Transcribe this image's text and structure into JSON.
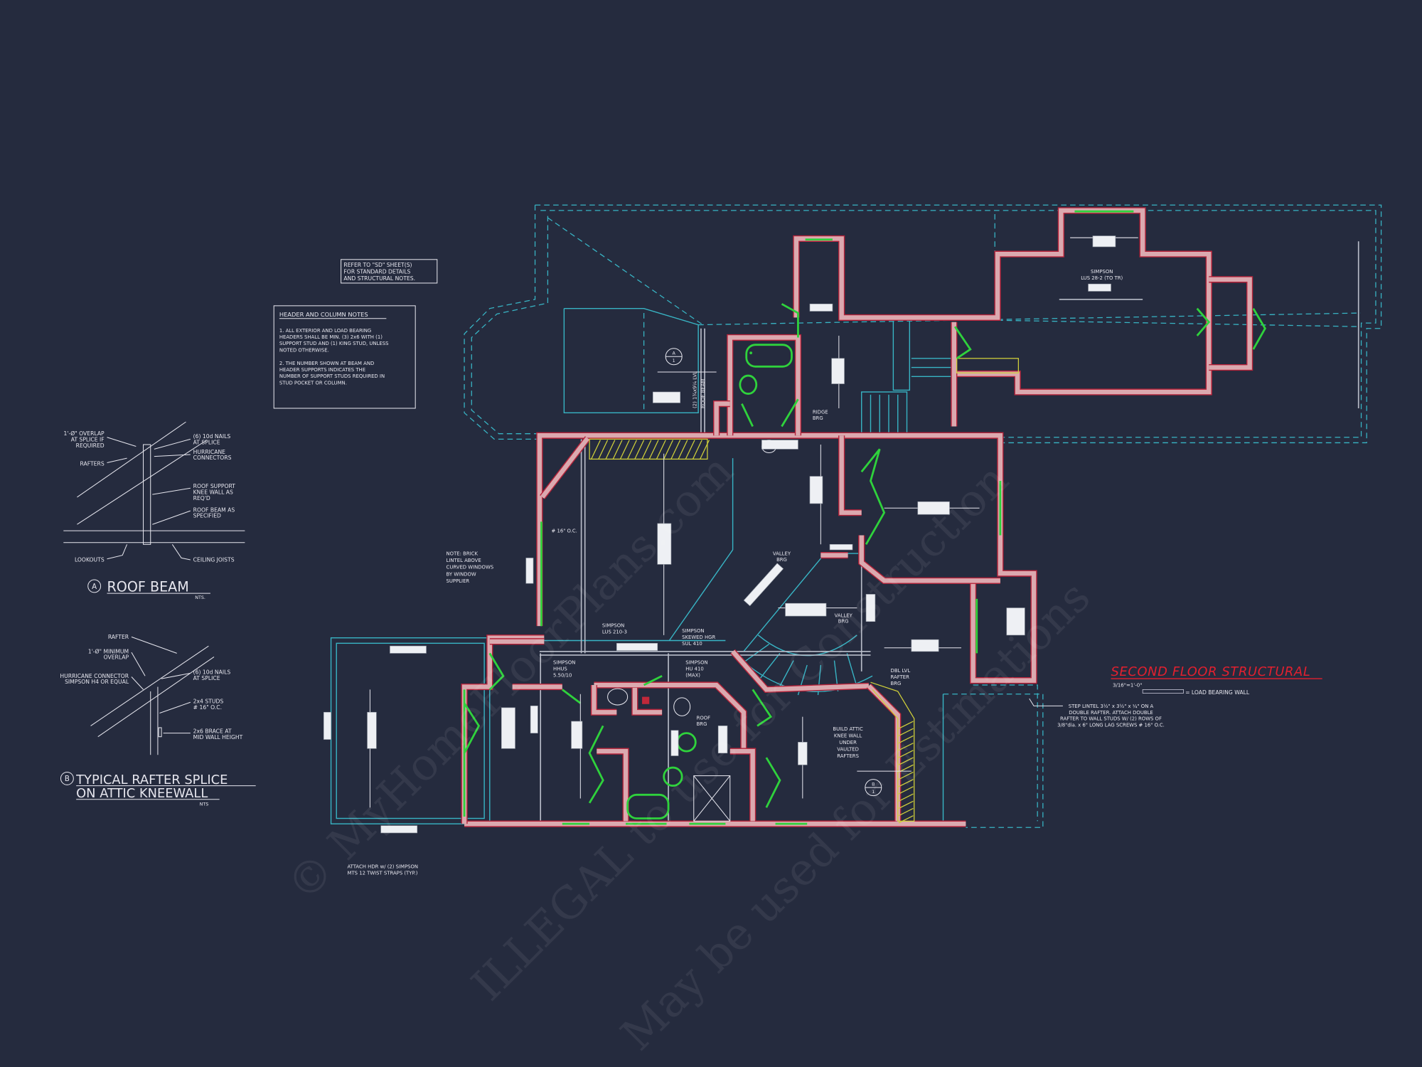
{
  "sheet": {
    "title": "SECOND FLOOR STRUCTURAL",
    "scale": "3/16\"=1'-0\"",
    "legend_label": "= LOAD BEARING WALL",
    "colors": {
      "background": "#252b3e",
      "load_bearing_wall": "#dba9af",
      "wall_outline": "#b5233a",
      "roof_and_beams": "#38b4c4",
      "windows_doors": "#2fd23c",
      "knee_wall_hatch": "#cfcf3a",
      "title": "#e2202f"
    }
  },
  "notes": {
    "refer": [
      "REFER TO \"SD\" SHEET(S)",
      "FOR STANDARD DETAILS",
      "AND STRUCTURAL NOTES."
    ],
    "header_title": "HEADER AND COLUMN NOTES",
    "header_lines": [
      "1. ALL EXTERIOR AND LOAD BEARING",
      "HEADERS SHALL BE MIN. (3) 2x6 WITH (1)",
      "SUPPORT STUD AND (1) KING STUD, UNLESS",
      "NOTED OTHERWISE.",
      "2. THE NUMBER SHOWN AT BEAM AND",
      "HEADER SUPPORTS INDICATES THE",
      "NUMBER OF SUPPORT STUDS REQUIRED IN",
      "STUD POCKET OR COLUMN."
    ],
    "attach_hdr": [
      "ATTACH HDR w/ (2) SIMPSON",
      "MTS 12 TWIST STRAPS (TYP.)"
    ],
    "step_lintel": [
      "STEP LINTEL 3½\" x 3½\" x ¼\" ON A",
      "DOUBLE RAFTER.  ATTACH DOUBLE",
      "RAFTER TO WALL STUDS W/ (2) ROWS OF",
      "3/8\"dia. x 6\" LONG LAG SCREWS # 16\" O.C."
    ]
  },
  "detail_a": {
    "marker": "A",
    "title": "ROOF BEAM",
    "nts": "NTS.",
    "overlap": [
      "1'-Ø\" OVERLAP",
      "AT SPLICE IF",
      "REQUIRED"
    ],
    "rafters": "RAFTERS",
    "nails": [
      "(6) 10d NAILS",
      "AT SPLICE"
    ],
    "hurricane": [
      "HURRICANE",
      "CONNECTORS"
    ],
    "knee_wall": [
      "ROOF SUPPORT",
      "KNEE WALL AS",
      "REQ'D"
    ],
    "beam": [
      "ROOF BEAM AS",
      "SPECIFIED"
    ],
    "lookouts": "LOOKOUTS",
    "ceiling_joists": "CEILING JOISTS"
  },
  "detail_b": {
    "marker": "B",
    "title": [
      "TYPICAL RAFTER SPLICE",
      "ON ATTIC KNEEWALL"
    ],
    "nts": "NTS",
    "rafter": "RAFTER",
    "overlap": [
      "1'-Ø\" MINIMUM",
      "OVERLAP"
    ],
    "hurricane": [
      "HURRICANE CONNECTOR",
      "SIMPSON H4 OR EQUAL"
    ],
    "nails": [
      "(6) 10d NAILS",
      "AT SPLICE"
    ],
    "studs": [
      "2x4 STUDS",
      "# 16\" O.C."
    ],
    "brace": [
      "2x6 BRACE AT",
      "MID WALL HEIGHT"
    ]
  },
  "plan_labels": {
    "roof_beam": [
      "(2) 1¾x9¼ LVL",
      "ROOF BEAM"
    ],
    "ridge_brg": [
      "RIDGE",
      "BRG"
    ],
    "stud_spacing": "# 16\" O.C.",
    "brick_lintel": [
      "NOTE:  BRICK",
      "LINTEL ABOVE",
      "CURVED WINDOWS",
      "BY WINDOW",
      "SUPPLIER"
    ],
    "valley_brg_1": [
      "VALLEY",
      "BRG"
    ],
    "valley_brg_2": [
      "VALLEY",
      "BRG"
    ],
    "simpson_lus_210": [
      "SIMPSON",
      "LUS 210-3"
    ],
    "simpson_skewed": [
      "SIMPSON",
      "SKEWED HGR",
      "SUL 410"
    ],
    "simpson_hhus": [
      "SIMPSON",
      "HHUS",
      "5.50/10"
    ],
    "simpson_hu": [
      "SIMPSON",
      "HU 410",
      "(MAX)"
    ],
    "roof_brg": [
      "ROOF",
      "BRG"
    ],
    "dbl_lvl": [
      "DBL LVL",
      "RAFTER",
      "BRG"
    ],
    "knee_wall": [
      "BUILD ATTIC",
      "KNEE WALL",
      "UNDER",
      "VAULTED",
      "RAFTERS"
    ],
    "simpson_lus_28": [
      "SIMPSON",
      "LUS 28-2 (TO TR)"
    ]
  },
  "section_markers": [
    {
      "letter": "A",
      "sheet": "1"
    },
    {
      "letter": "B",
      "sheet": "1"
    }
  ],
  "watermark": [
    "© MyHomeFloorPlans.com",
    "ILLEGAL to use for Construction",
    "May be used for Estimations"
  ]
}
